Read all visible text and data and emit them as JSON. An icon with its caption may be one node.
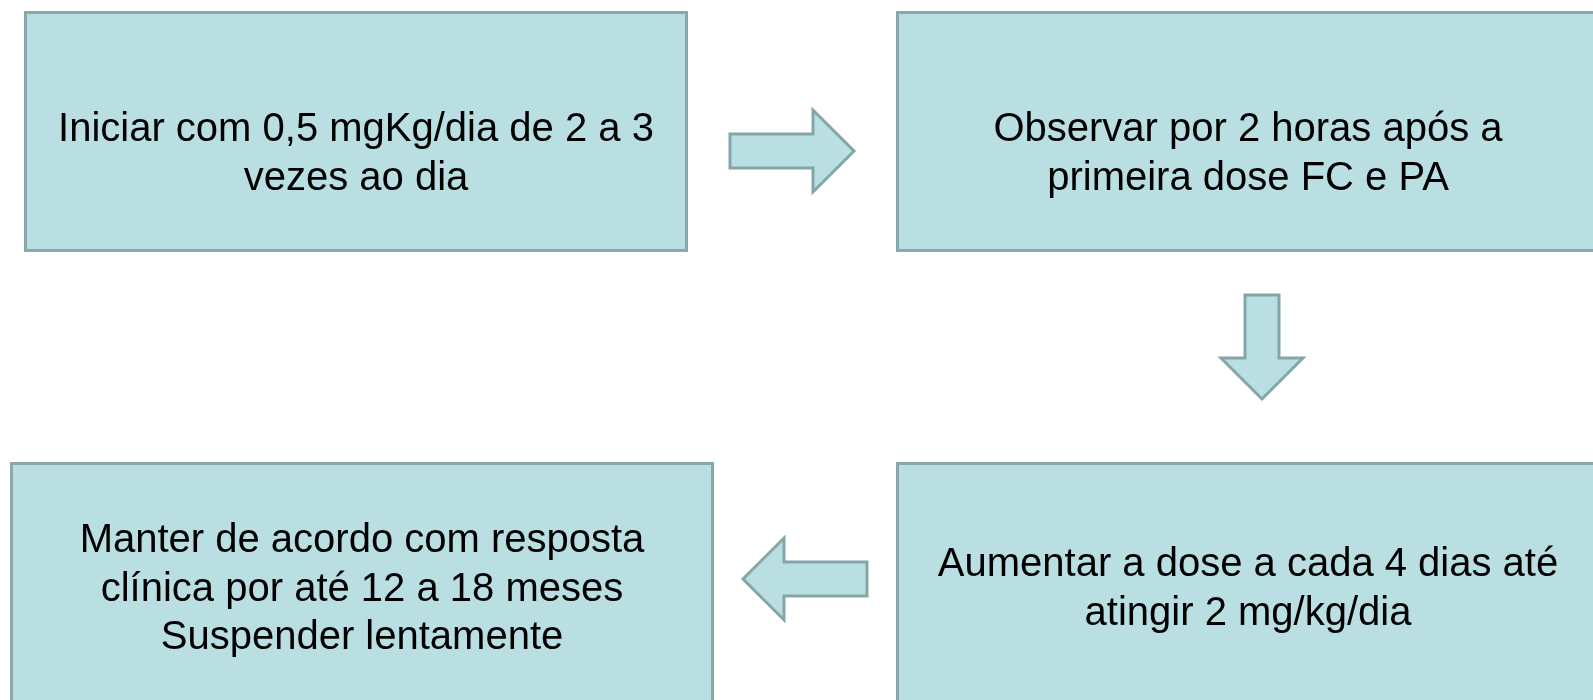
{
  "diagram": {
    "nodes": [
      {
        "text": [
          "Iniciar com 0,5 mgKg/dia de 2 a 3 vezes ao dia"
        ]
      },
      {
        "text": [
          "Observar por 2 horas após a primeira dose FC e  PA"
        ]
      },
      {
        "text": [
          "Manter de acordo com resposta clínica por até 12 a 18 meses",
          "Suspender lentamente"
        ]
      },
      {
        "text": [
          "Aumentar a dose a cada 4 dias até atingir 2 mg/kg/dia"
        ]
      }
    ],
    "edges": [
      {
        "from": 0,
        "to": 1,
        "arrow": "to"
      },
      {
        "from": 1,
        "to": 3,
        "arrow": "to"
      },
      {
        "from": 3,
        "to": 2,
        "arrow": "to"
      }
    ]
  }
}
